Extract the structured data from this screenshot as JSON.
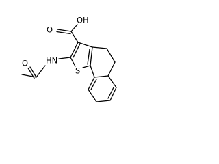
{
  "molecule": {
    "atoms": {
      "carboxyl_o": "O",
      "carboxyl_oh": "OH",
      "amide_nh": "HN",
      "amide_o": "O",
      "ring_s": "S"
    }
  }
}
